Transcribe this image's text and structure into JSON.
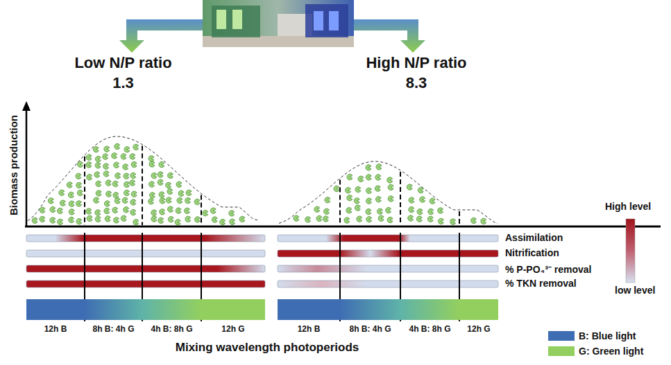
{
  "diagram": {
    "nodes": [
      {
        "text": [
          "12h B"
        ]
      },
      {
        "text": [
          "8h B: 4h G"
        ]
      },
      {
        "text": [
          "4h B: 8h G"
        ]
      },
      {
        "text": [
          "12h G"
        ]
      },
      {
        "text": [
          "12h B"
        ]
      },
      {
        "text": [
          "8h B: 4h G"
        ]
      },
      {
        "text": [
          "4h B: 8h G"
        ]
      },
      {
        "text": [
          "12h G"
        ]
      }
    ],
    "labels": [
      "Low N/P ratio 1.3",
      "High N/P ratio 8.3",
      "Biomass production",
      "Assimilation",
      "Nitrification",
      "% P-PO₄³⁻ removal",
      "% TKN removal",
      "High level",
      "low level",
      "Mixing wavelength photoperiods"
    ],
    "legend": [
      {
        "text": "B: Blue light",
        "color": "#3f6db3"
      },
      {
        "text": "G: Green light",
        "color": "#93cf5f"
      }
    ]
  }
}
